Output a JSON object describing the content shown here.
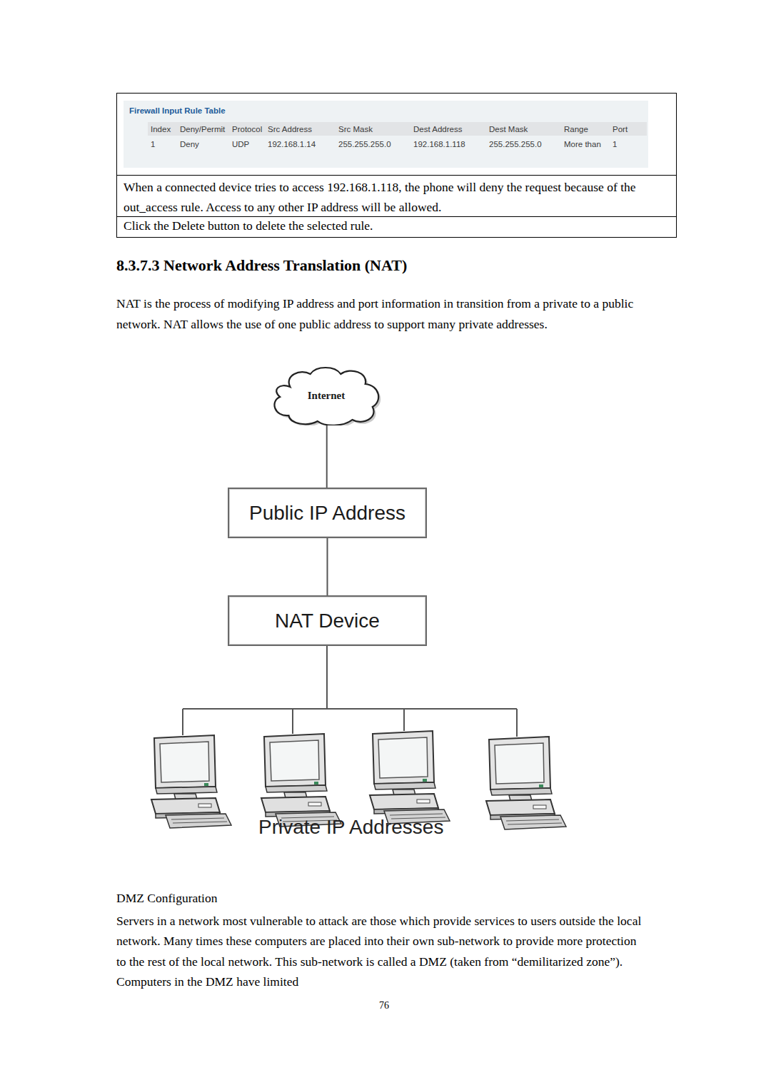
{
  "diagram": {
    "title": "8.3.7.3 Network Address Translation (NAT)",
    "nodes": [
      {
        "text": [
          "Internet"
        ]
      },
      {
        "text": [
          "Public IP Address"
        ]
      },
      {
        "text": [
          "NAT Device"
        ]
      }
    ],
    "edges": [
      {
        "from": 0,
        "to": 1,
        "arrow": "none"
      },
      {
        "from": 1,
        "to": 2,
        "arrow": "none"
      }
    ],
    "labels": [
      "Firewall Input Rule Table",
      "Index",
      "Deny/Permit",
      "Protocol",
      "Src Address",
      "Src Mask",
      "Dest Address",
      "Dest Mask",
      "Range",
      "Port",
      "1",
      "Deny",
      "UDP",
      "192.168.1.14",
      "255.255.255.0",
      "192.168.1.118",
      "255.255.255.0",
      "More than",
      "1",
      "When a connected device tries to access 192.168.1.118, the phone will deny the request because of the out_access rule. Access to any other IP address will be allowed.",
      "Click the Delete button to delete the selected rule.",
      "NAT is the process of modifying IP address and port information in transition from a private to a public network. NAT allows the use of one public address to support many private addresses.",
      "Private IP Addresses",
      "DMZ Configuration",
      "Servers in a network most vulnerable to attack are those which provide services to users outside the local network. Many times these computers are placed into their own sub-network to provide more protection to the rest of the local network. This sub-network is called a DMZ (taken from “demilitarized zone”). Computers in the DMZ have limited",
      "76"
    ]
  }
}
